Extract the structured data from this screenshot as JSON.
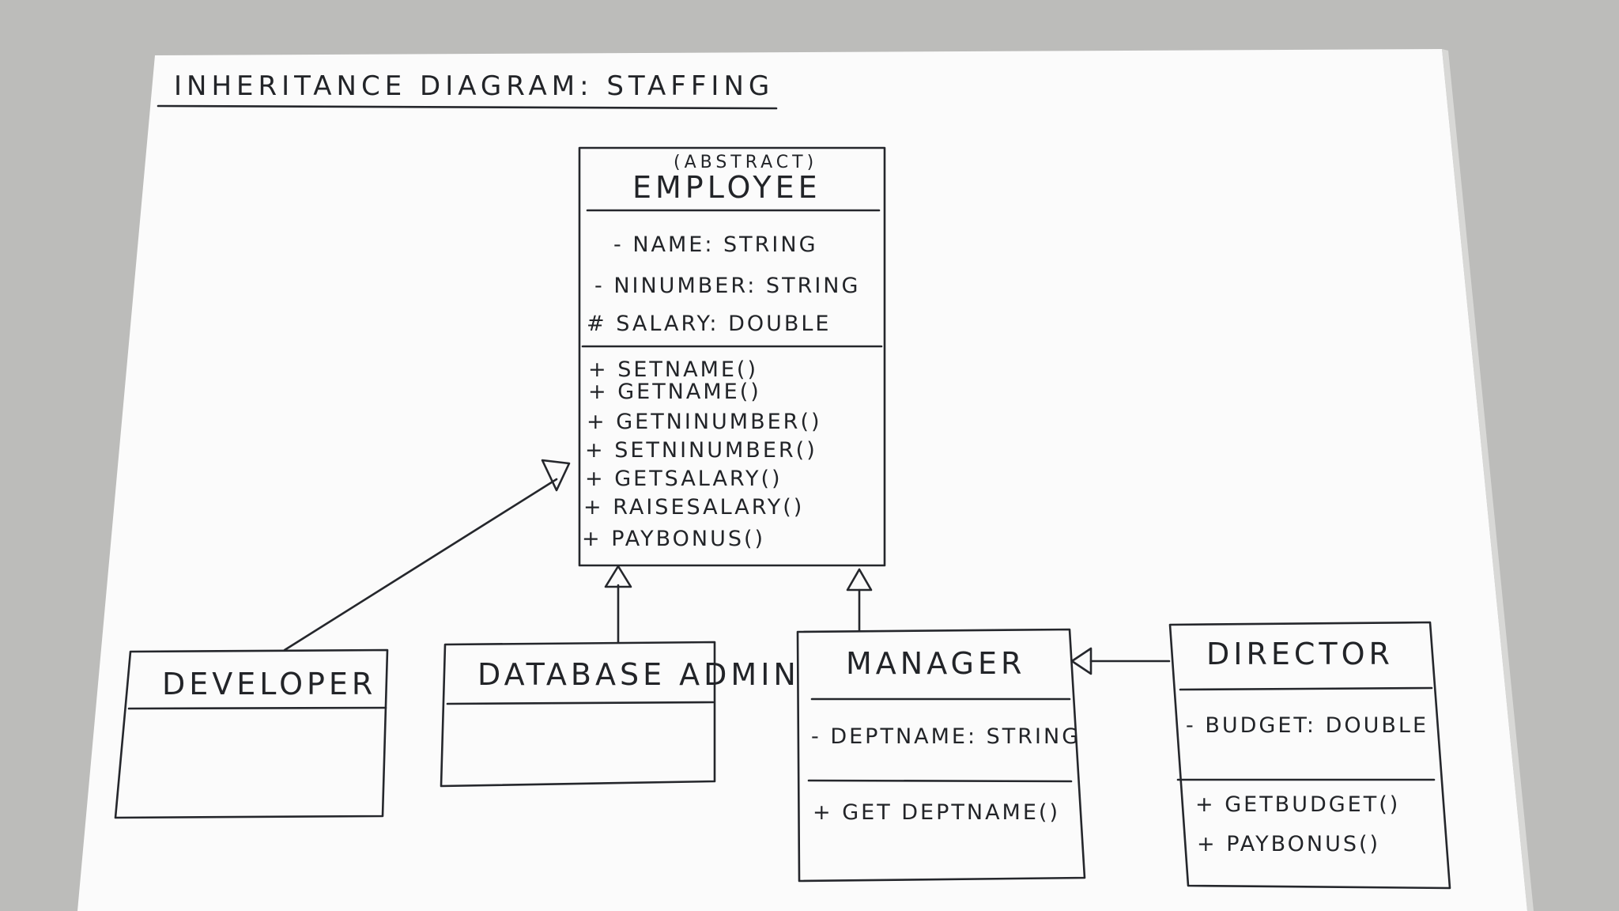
{
  "diagram": {
    "title": "INHERITANCE DIAGRAM: STAFFING",
    "classes": {
      "employee": {
        "stereotype": "(ABSTRACT)",
        "name": "EMPLOYEE",
        "attributes": [
          "- NAME: STRING",
          "- NINUMBER: STRING",
          "# SALARY: DOUBLE"
        ],
        "methods": [
          "+ SETNAME()",
          "+ GETNAME()",
          "+ GETNINUMBER()",
          "+ SETNINUMBER()",
          "+ GETSALARY()",
          "+ RAISESALARY()",
          "+ PAYBONUS()"
        ]
      },
      "developer": {
        "name": "DEVELOPER"
      },
      "database_admin": {
        "name": "DATABASE ADMIN"
      },
      "manager": {
        "name": "MANAGER",
        "attributes": [
          "- DEPTNAME: STRING"
        ],
        "methods": [
          "+ GET DEPTNAME()"
        ]
      },
      "director": {
        "name": "DIRECTOR",
        "attributes": [
          "- BUDGET: DOUBLE"
        ],
        "methods": [
          "+ GETBUDGET()",
          "+ PAYBONUS()"
        ]
      }
    },
    "relationships": [
      {
        "from": "DEVELOPER",
        "to": "EMPLOYEE",
        "type": "inheritance"
      },
      {
        "from": "DATABASE ADMIN",
        "to": "EMPLOYEE",
        "type": "inheritance"
      },
      {
        "from": "MANAGER",
        "to": "EMPLOYEE",
        "type": "inheritance"
      },
      {
        "from": "DIRECTOR",
        "to": "MANAGER",
        "type": "inheritance"
      }
    ]
  }
}
